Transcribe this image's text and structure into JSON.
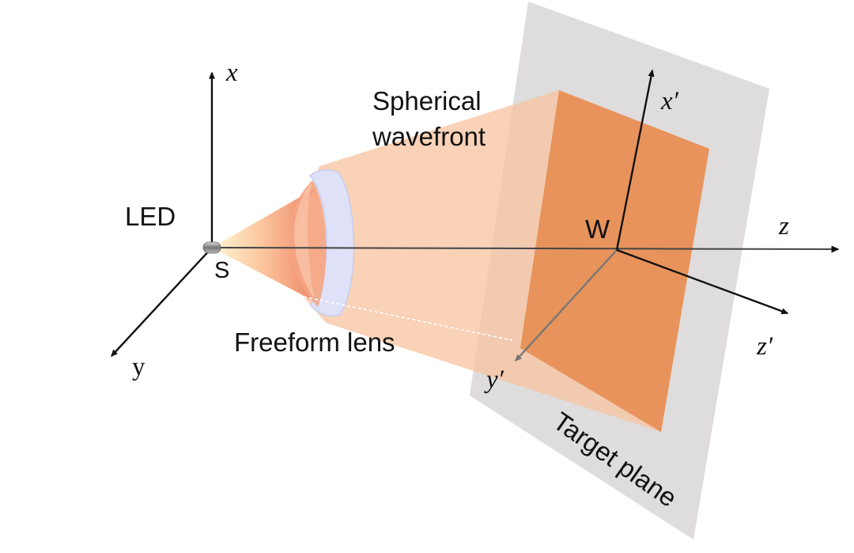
{
  "labels": {
    "spherical_line1": "Spherical",
    "spherical_line2": "wavefront",
    "led": "LED",
    "source": "S",
    "freeform_lens": "Freeform lens",
    "target_center": "W",
    "target_plane": "Target plane"
  },
  "axes": {
    "x": "x",
    "y": "y",
    "z": "z",
    "x_prime": "x′",
    "y_prime": "y′",
    "z_prime": "z′"
  },
  "colors": {
    "target_plane": "#dedcdc",
    "beam": "#f7c8a8",
    "illuminated_patch": "#e9935a",
    "lens_rim": "#d9dcf6",
    "cone_tip": "#fff2c8",
    "cone_base": "#f08a6a",
    "axis": "#111111",
    "z_axis": "#333333"
  }
}
